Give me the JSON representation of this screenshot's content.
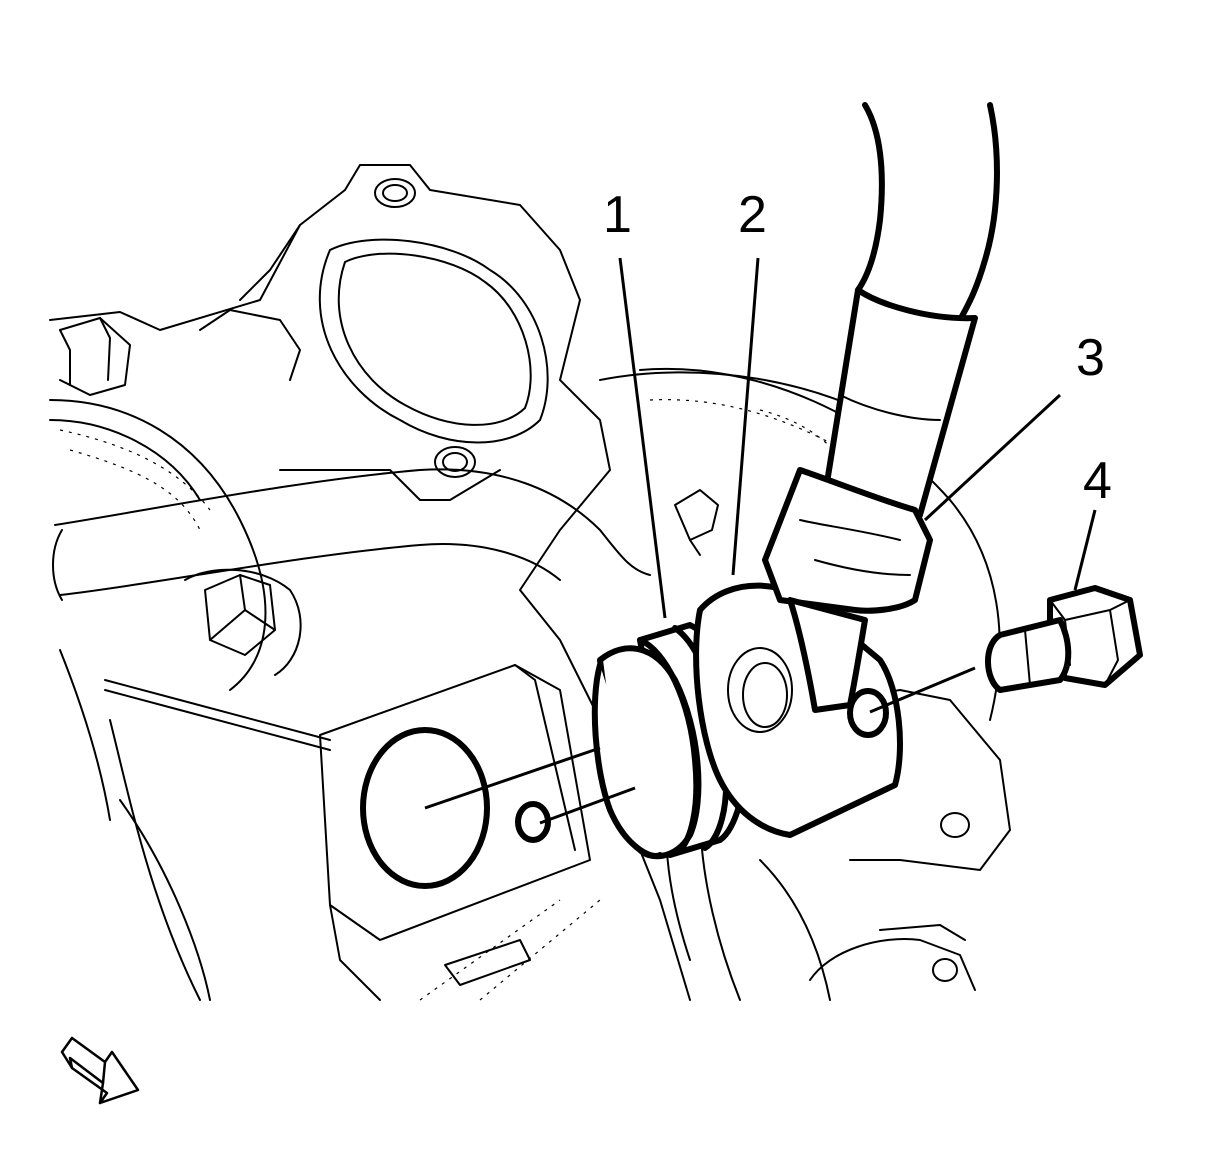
{
  "figure": {
    "callouts": [
      {
        "id": "1",
        "label": "1"
      },
      {
        "id": "2",
        "label": "2"
      },
      {
        "id": "3",
        "label": "3"
      },
      {
        "id": "4",
        "label": "4"
      }
    ],
    "view_arrow_icon": "view-direction-arrow-icon"
  }
}
